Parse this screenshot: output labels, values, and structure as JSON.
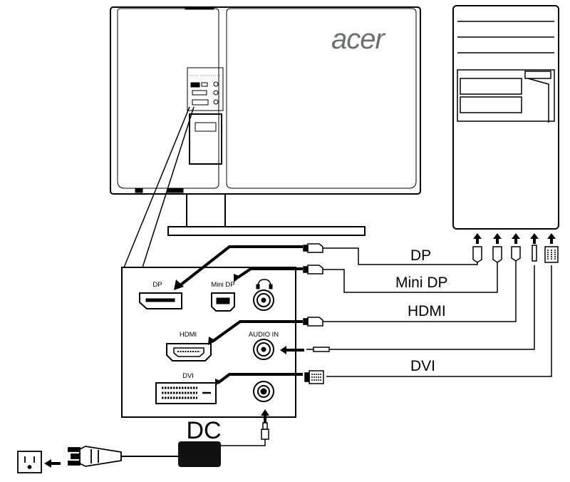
{
  "brand": {
    "logo": "acer"
  },
  "panel": {
    "ports": {
      "dp": "DP",
      "mini_dp": "Mini DP",
      "hdmi": "HDMI",
      "audio_in": "AUDIO IN",
      "dvi": "DVI"
    }
  },
  "cables": {
    "dp": "DP",
    "mini_dp": "Mini DP",
    "hdmi": "HDMI",
    "dvi": "DVI"
  },
  "power": {
    "adapter_label": "DC"
  },
  "icons": [
    "monitor-rear",
    "pc-tower",
    "headphone-icon",
    "power-outlet-icon",
    "power-plug-icon",
    "dc-adapter-icon",
    "arrow-up-icon",
    "arrow-left-icon"
  ],
  "colors": {
    "line": "#000000",
    "logo": "#6d6e71",
    "adapter": "#111111"
  }
}
